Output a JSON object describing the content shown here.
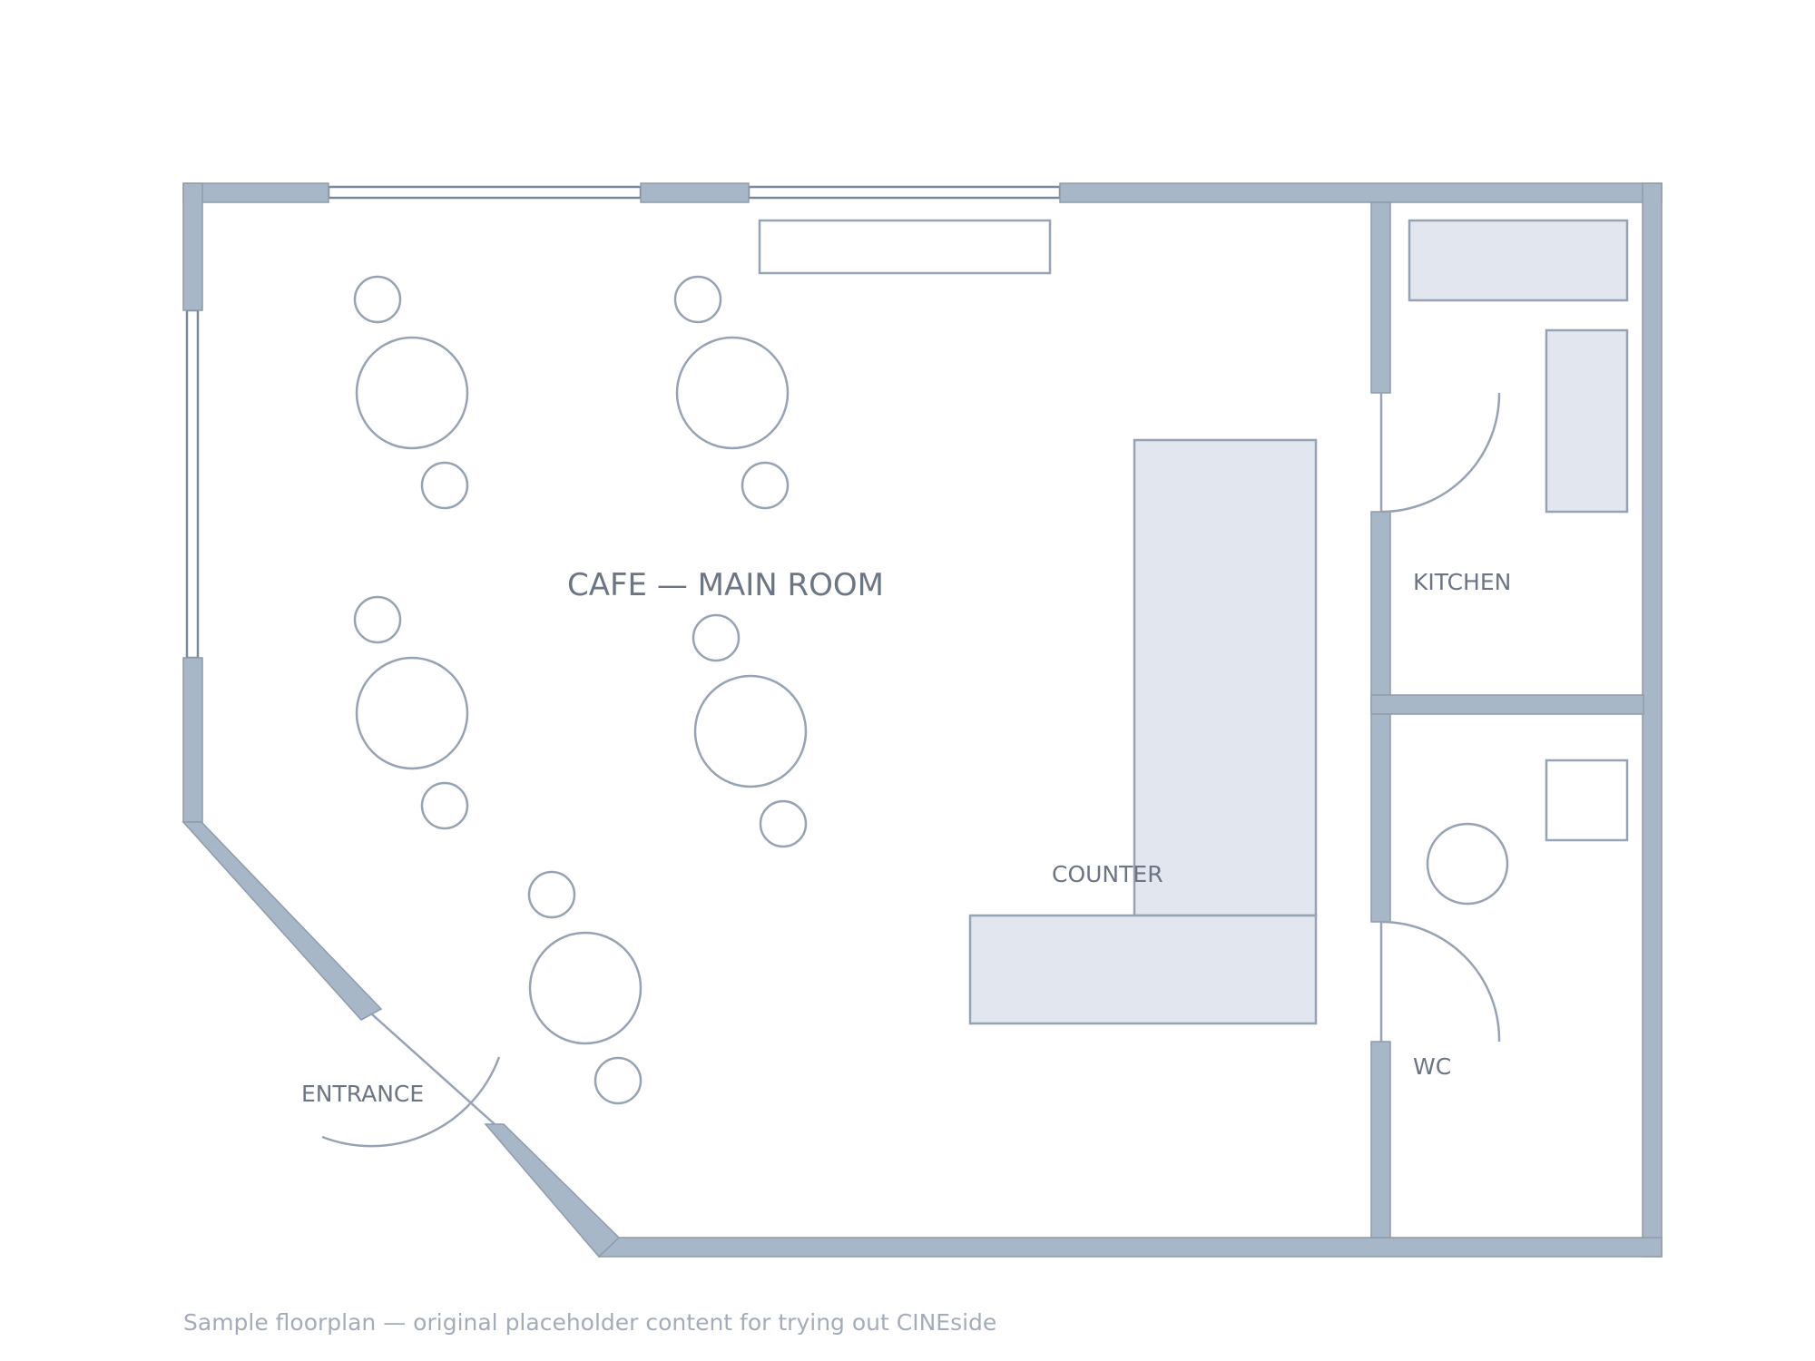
{
  "labels": {
    "main_room": "CAFE — MAIN ROOM",
    "kitchen": "KITCHEN",
    "wc": "WC",
    "counter": "COUNTER",
    "entrance": "ENTRANCE"
  },
  "caption": "Sample floorplan — original placeholder content for trying out CINEside",
  "colors": {
    "wall": "#a7b7c8",
    "fixture": "#e1e6ef",
    "outline": "#97a3b3",
    "label": "#6b7584",
    "caption": "#a3acb8"
  }
}
